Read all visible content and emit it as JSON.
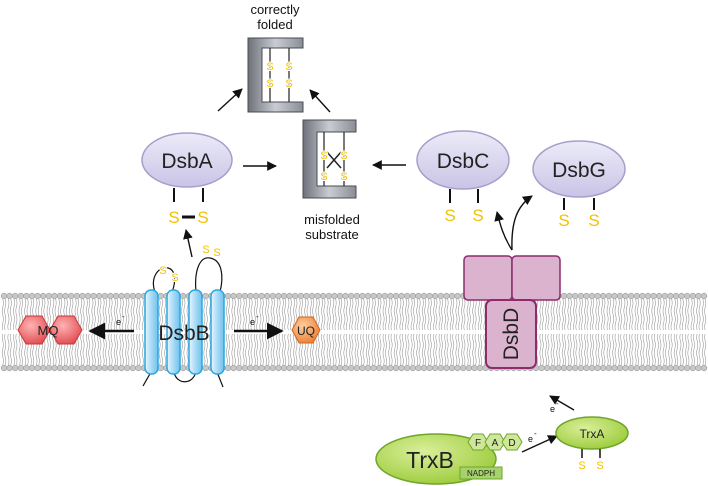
{
  "labels": {
    "correctly_folded": [
      "correctly",
      "folded"
    ],
    "misfolded_substrate": [
      "misfolded",
      "substrate"
    ]
  },
  "proteins": {
    "dsba": "DsbA",
    "dsbb": "DsbB",
    "dsbc": "DsbC",
    "dsbg": "DsbG",
    "dsbd": "DsbD",
    "trxb": "TrxB",
    "trxa": "TrxA",
    "mq": "MQ",
    "uq": "UQ"
  },
  "cofactors": {
    "fad": [
      "F",
      "A",
      "D"
    ],
    "nadph": "NADPH"
  },
  "symbols": {
    "sulfur": "S",
    "electron": "e",
    "electron_sup": "-"
  },
  "colors": {
    "protein_fill": "#d9d6ef",
    "protein_stroke": "#8e86b8",
    "sulfur": "#f2c200",
    "membrane_head": "#c7c7c7",
    "membrane_tail": "#9a9a9a",
    "dsbb_fill": "#bfe3f7",
    "dsbb_stroke": "#2aa7df",
    "dsbd_fill": "#dcb3cf",
    "dsbd_stroke": "#8c2c6c",
    "trx_fill": "#b4d94f",
    "trx_stroke": "#6fa52a",
    "mq_fill": "#e8565b",
    "uq_fill": "#f08c47",
    "substrate_fill": "#a7aab2"
  }
}
